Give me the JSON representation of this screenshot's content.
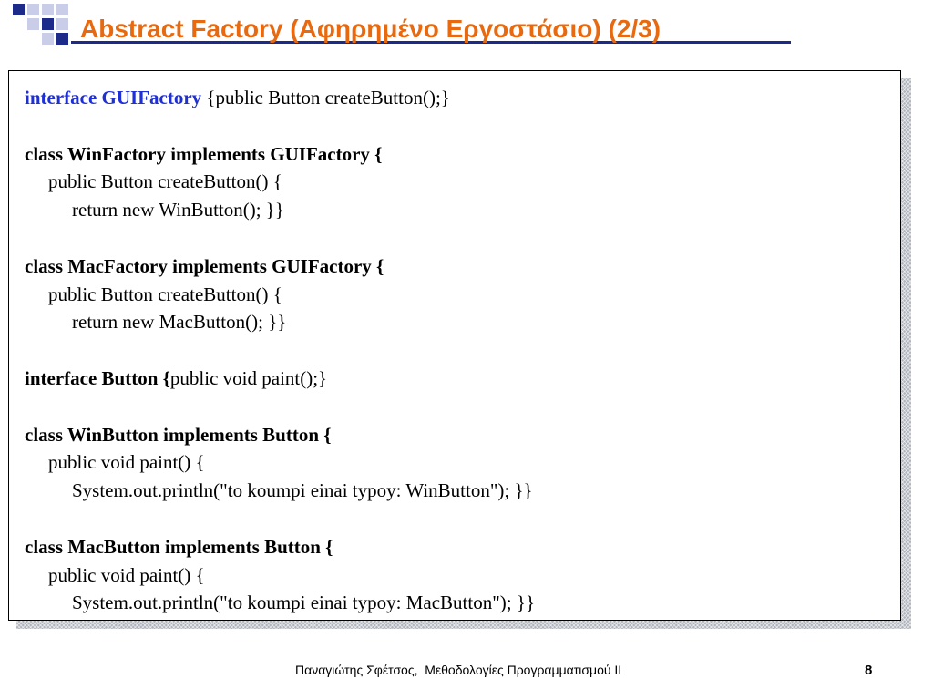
{
  "slide": {
    "title": "Abstract Factory (Αφηρημένο Εργοστάσιο) (2/3)",
    "colors": {
      "title": "#e86a10",
      "accent_blue": "#1c2a8a",
      "keyword_blue": "#1f2fd6",
      "deco_light": "#c9cde8"
    }
  },
  "code": {
    "l1_kw": "interface GUIFactory",
    "l1_rest": " {public Button createButton();}",
    "l3": "class WinFactory implements GUIFactory {",
    "l4": "public Button createButton() {",
    "l5": "return new WinButton(); }}",
    "l7": "class MacFactory implements GUIFactory {",
    "l8": "public Button createButton() {",
    "l9": "return new MacButton(); }}",
    "l11_kw": "interface Button {",
    "l11_rest": "public void paint();}",
    "l13": "class WinButton implements Button {",
    "l14": "public void paint() {",
    "l15": "System.out.println(\"to koumpi einai typoy: WinButton\"); }}",
    "l17": "class MacButton implements Button {",
    "l18": "public void paint() {",
    "l19": "System.out.println(\"to koumpi einai typoy: MacButton\"); }}"
  },
  "footer": {
    "text": "Παναγιώτης Σφέτσος,  Μεθοδολογίες Προγραμματισμού ΙΙ",
    "page_number": "8"
  }
}
